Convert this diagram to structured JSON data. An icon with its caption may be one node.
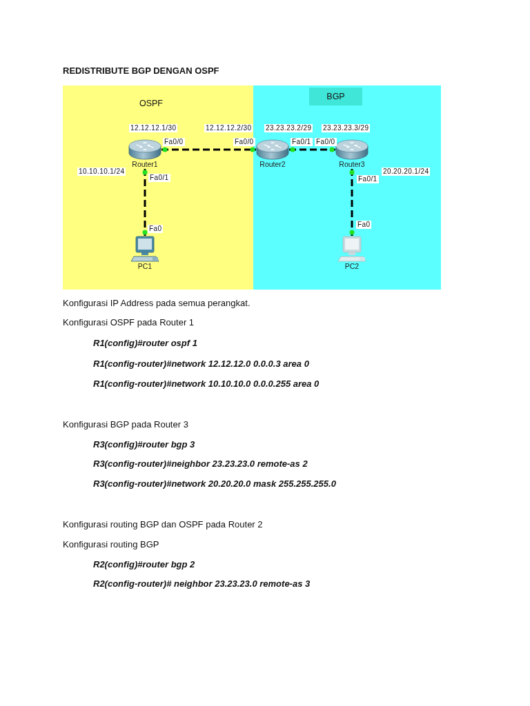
{
  "diagram": {
    "title": "REDISTRIBUTE BGP DENGAN OSPF",
    "nodes": [
      {
        "text": [
          "OSPF"
        ]
      },
      {
        "text": [
          "BGP"
        ]
      },
      {
        "text": [
          "Router1"
        ],
        "in": 0,
        "beside": [
          "12.12.12.1/30",
          "Fa0/0",
          "10.10.10.1/24",
          "Fa0/1"
        ]
      },
      {
        "text": [
          "Router2"
        ],
        "in": 1,
        "beside": [
          "12.12.12.2/30",
          "23.23.23.2/29",
          "Fa0/0",
          "Fa0/1"
        ]
      },
      {
        "text": [
          "Router3"
        ],
        "in": 1,
        "beside": [
          "23.23.23.3/29",
          "Fa0/0",
          "Fa0/1",
          "20.20.20.1/24"
        ]
      },
      {
        "text": [
          "PC1"
        ],
        "in": 0,
        "beside": [
          "Fa0"
        ]
      },
      {
        "text": [
          "PC2"
        ],
        "in": 1,
        "beside": [
          "Fa0"
        ]
      }
    ],
    "edges": [
      {
        "from": 2,
        "to": 3,
        "arrow": "none",
        "style": "dashed"
      },
      {
        "from": 3,
        "to": 4,
        "arrow": "none",
        "style": "dashed"
      },
      {
        "from": 2,
        "to": 5,
        "arrow": "none",
        "style": "dashed"
      },
      {
        "from": 4,
        "to": 6,
        "arrow": "none",
        "style": "dashed"
      }
    ],
    "labels": [
      "Konfigurasi IP Address pada semua perangkat.",
      "Konfigurasi OSPF pada Router 1",
      "R1(config)#router ospf 1",
      "R1(config-router)#network 12.12.12.0 0.0.0.3 area 0",
      "R1(config-router)#network 10.10.10.0 0.0.0.255 area 0",
      "Konfigurasi BGP pada Router 3",
      "R3(config)#router bgp 3",
      "R3(config-router)#neighbor 23.23.23.0 remote-as 2",
      "R3(config-router)#network 20.20.20.0 mask 255.255.255.0",
      "Konfigurasi routing BGP dan OSPF pada Router 2",
      "Konfigurasi routing BGP",
      "R2(config)#router bgp 2",
      "R2(config-router)# neighbor 23.23.23.0 remote-as 3"
    ]
  }
}
